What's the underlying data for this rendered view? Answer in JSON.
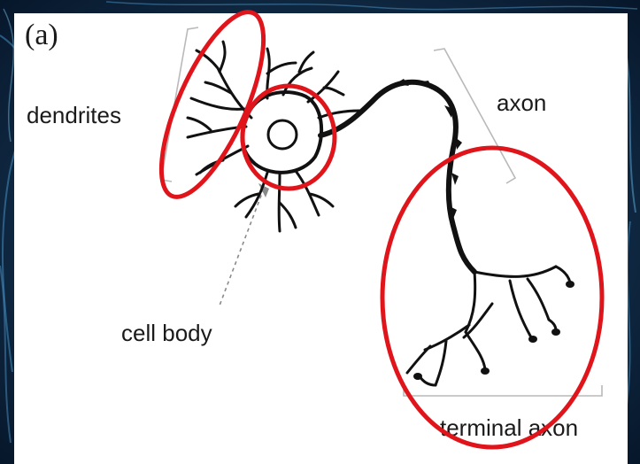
{
  "figure": {
    "panel_letter": "(a)",
    "labels": {
      "dendrites": "dendrites",
      "axon": "axon",
      "cell_body": "cell body",
      "terminal_axon": "terminal axon"
    }
  },
  "colors": {
    "background": "#0b1d33",
    "panel": "#ffffff",
    "ink": "#111111",
    "highlight": "#e0151b",
    "bracket": "#b9b9b9"
  },
  "highlights": [
    "dendrites",
    "cell body",
    "terminal axon"
  ]
}
